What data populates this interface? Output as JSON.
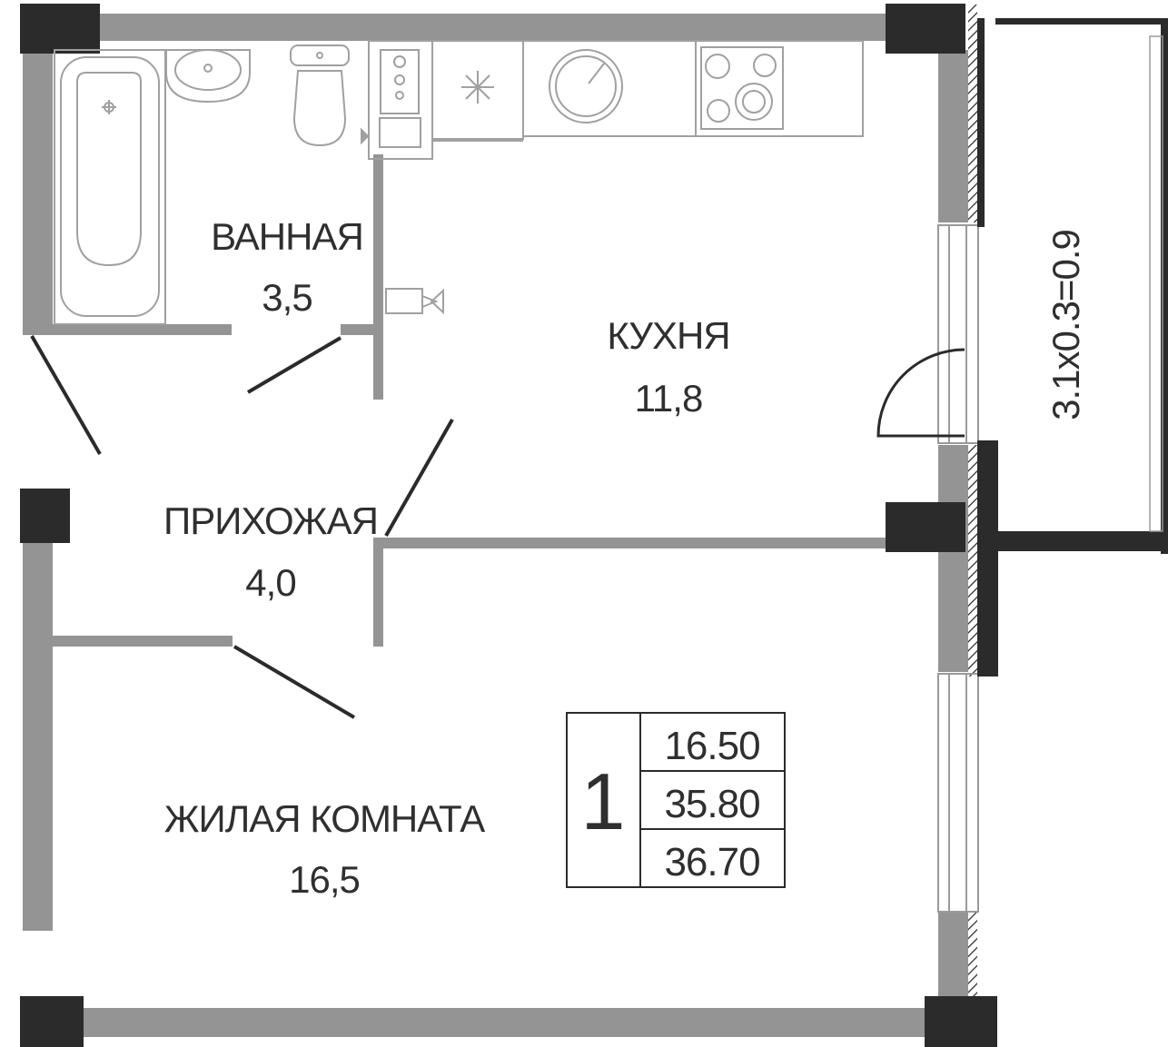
{
  "rooms": {
    "bathroom": {
      "name": "ВАННАЯ",
      "area": "3,5"
    },
    "kitchen": {
      "name": "КУХНЯ",
      "area": "11,8"
    },
    "hallway": {
      "name": "ПРИХОЖАЯ",
      "area": "4,0"
    },
    "living": {
      "name": "ЖИЛАЯ КОМНАТА",
      "area": "16,5"
    }
  },
  "balcony": {
    "label": "3.1x0.3=0.9"
  },
  "summary": {
    "rooms_count": "1",
    "rows": [
      "16.50",
      "35.80",
      "36.70"
    ]
  },
  "colors": {
    "wall": "#949494",
    "column": "#2b2b2b",
    "fixture": "#a0a0a0",
    "text": "#2f2f2f"
  }
}
